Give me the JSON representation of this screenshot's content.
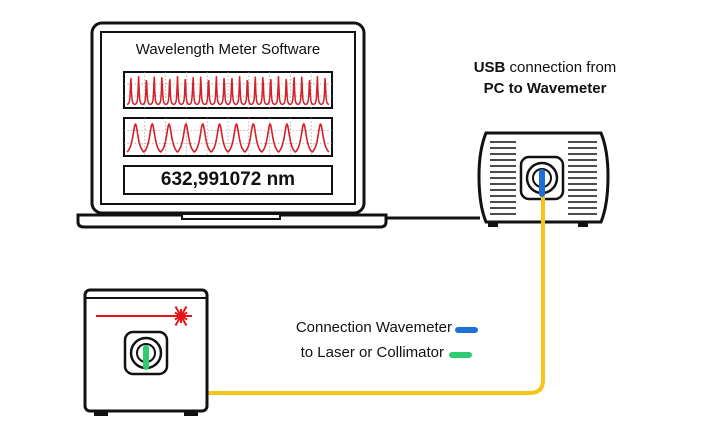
{
  "laptop": {
    "software_title": "Wavelength Meter Software",
    "readout": "632,991072 nm",
    "top_graph": {
      "peaks": 26,
      "color": "#d3202a"
    },
    "bottom_graph": {
      "peaks": 12,
      "color": "#d3202a"
    }
  },
  "usb_label": {
    "line1_bold": "USB",
    "line1_rest": " connection from",
    "line2": "PC to Wavemeter"
  },
  "legend": {
    "wavemeter_connection": "Connection Wavemeter",
    "laser_connection": "to Laser or Collimator",
    "wavemeter_color": "#1e6fd9",
    "laser_color": "#2ecc71"
  },
  "colors": {
    "fiber": "#f5c518",
    "outline": "#111111",
    "laser_beam": "#e3141b"
  }
}
